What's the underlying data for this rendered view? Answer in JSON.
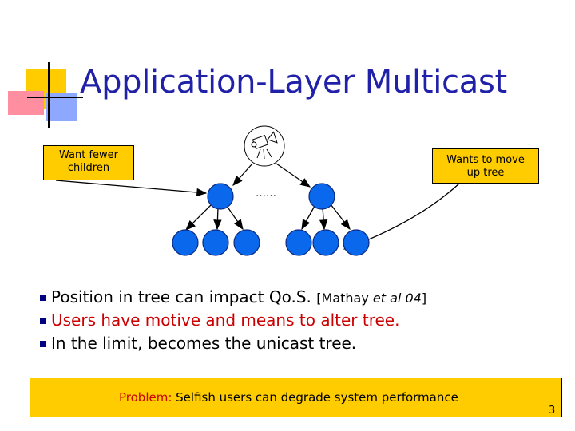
{
  "slide": {
    "title": "Application-Layer Multicast",
    "page_number": "3"
  },
  "callouts": {
    "left": [
      "Want fewer",
      "children"
    ],
    "right": [
      "Wants to move",
      "up tree"
    ]
  },
  "diagram": {
    "ellipsis": "……",
    "source_icon": "video-camera-icon",
    "node_color": "#0a68ec",
    "node_stroke": "#0a2a80"
  },
  "bullets": [
    {
      "text": "Position in tree can impact Qo.S.",
      "cite_pre": "[Mathay ",
      "cite_em": "et al 04",
      "cite_post": "]",
      "color": "#000000"
    },
    {
      "text": "Users have motive and means to alter tree.",
      "color": "#cc0000"
    },
    {
      "text": "In the limit, becomes the unicast tree.",
      "color": "#000000"
    }
  ],
  "problem": {
    "label": "Problem:",
    "text": " Selfish users can degrade system performance"
  },
  "colors": {
    "accent_yellow": "#ffcc00",
    "title_blue": "#2020a8",
    "problem_red": "#cc0000"
  }
}
